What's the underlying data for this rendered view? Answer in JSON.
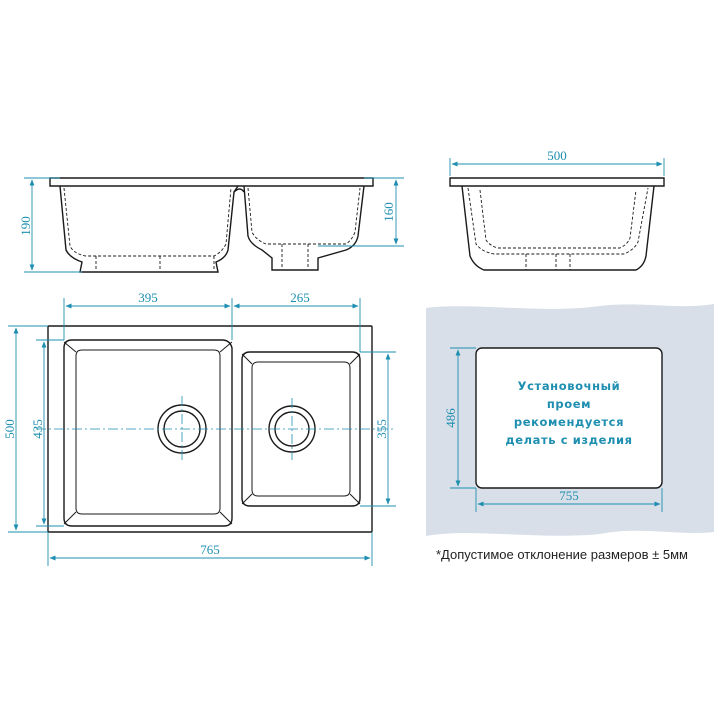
{
  "colors": {
    "dimension": "#1e8fb0",
    "outline": "#1a1a1a",
    "panel": "#d8dfe8",
    "background": "#ffffff"
  },
  "front_view": {
    "height_left": "190",
    "height_right": "160"
  },
  "side_view": {
    "width": "500"
  },
  "top_view": {
    "left_bowl_width": "395",
    "right_bowl_width": "265",
    "overall_depth": "500",
    "left_bowl_depth": "435",
    "right_bowl_depth": "355",
    "overall_width": "765"
  },
  "cutout": {
    "text_lines": [
      "Установочный",
      "проем",
      "рекомендуется",
      "делать с изделия"
    ],
    "height": "486",
    "width": "755"
  },
  "tolerance_note": "*Допустимое отклонение размеров ± 5мм"
}
